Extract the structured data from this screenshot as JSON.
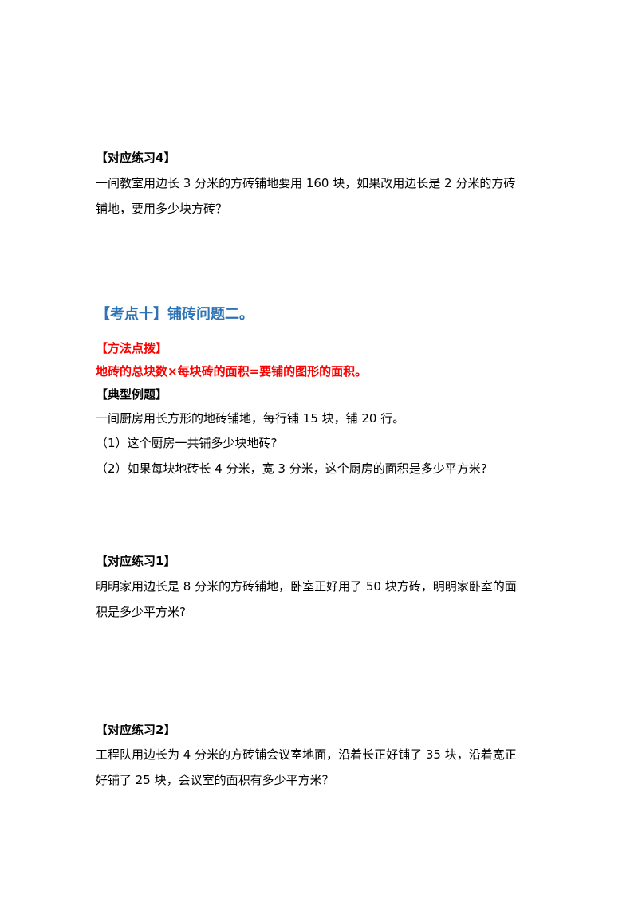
{
  "practice4": {
    "heading": "【对应练习4】",
    "line1": "一间教室用边长 3 分米的方砖铺地要用 160 块，如果改用边长是 2 分米的方砖",
    "line2": "铺地，要用多少块方砖？"
  },
  "section": {
    "title": "【考点十】铺砖问题二。",
    "method_heading": "【方法点拨】",
    "method_text": "地砖的总块数×每块砖的面积=要铺的图形的面积。",
    "example_heading": "【典型例题】",
    "example_line1": "一间厨房用长方形的地砖铺地，每行铺 15 块，铺 20 行。",
    "example_q1": "（1）这个厨房一共铺多少块地砖?",
    "example_q2": "（2）如果每块地砖长 4 分米，宽 3 分米，这个厨房的面积是多少平方米?"
  },
  "practice1": {
    "heading": "【对应练习1】",
    "line1": "明明家用边长是 8 分米的方砖铺地，卧室正好用了 50 块方砖，明明家卧室的面",
    "line2": "积是多少平方米?"
  },
  "practice2": {
    "heading": "【对应练习2】",
    "line1": "工程队用边长为 4 分米的方砖铺会议室地面，沿着长正好铺了 35 块，沿着宽正",
    "line2": "好铺了 25 块，会议室的面积有多少平方米？"
  },
  "colors": {
    "title_blue": "#2e74b5",
    "method_red": "#ff0000"
  }
}
